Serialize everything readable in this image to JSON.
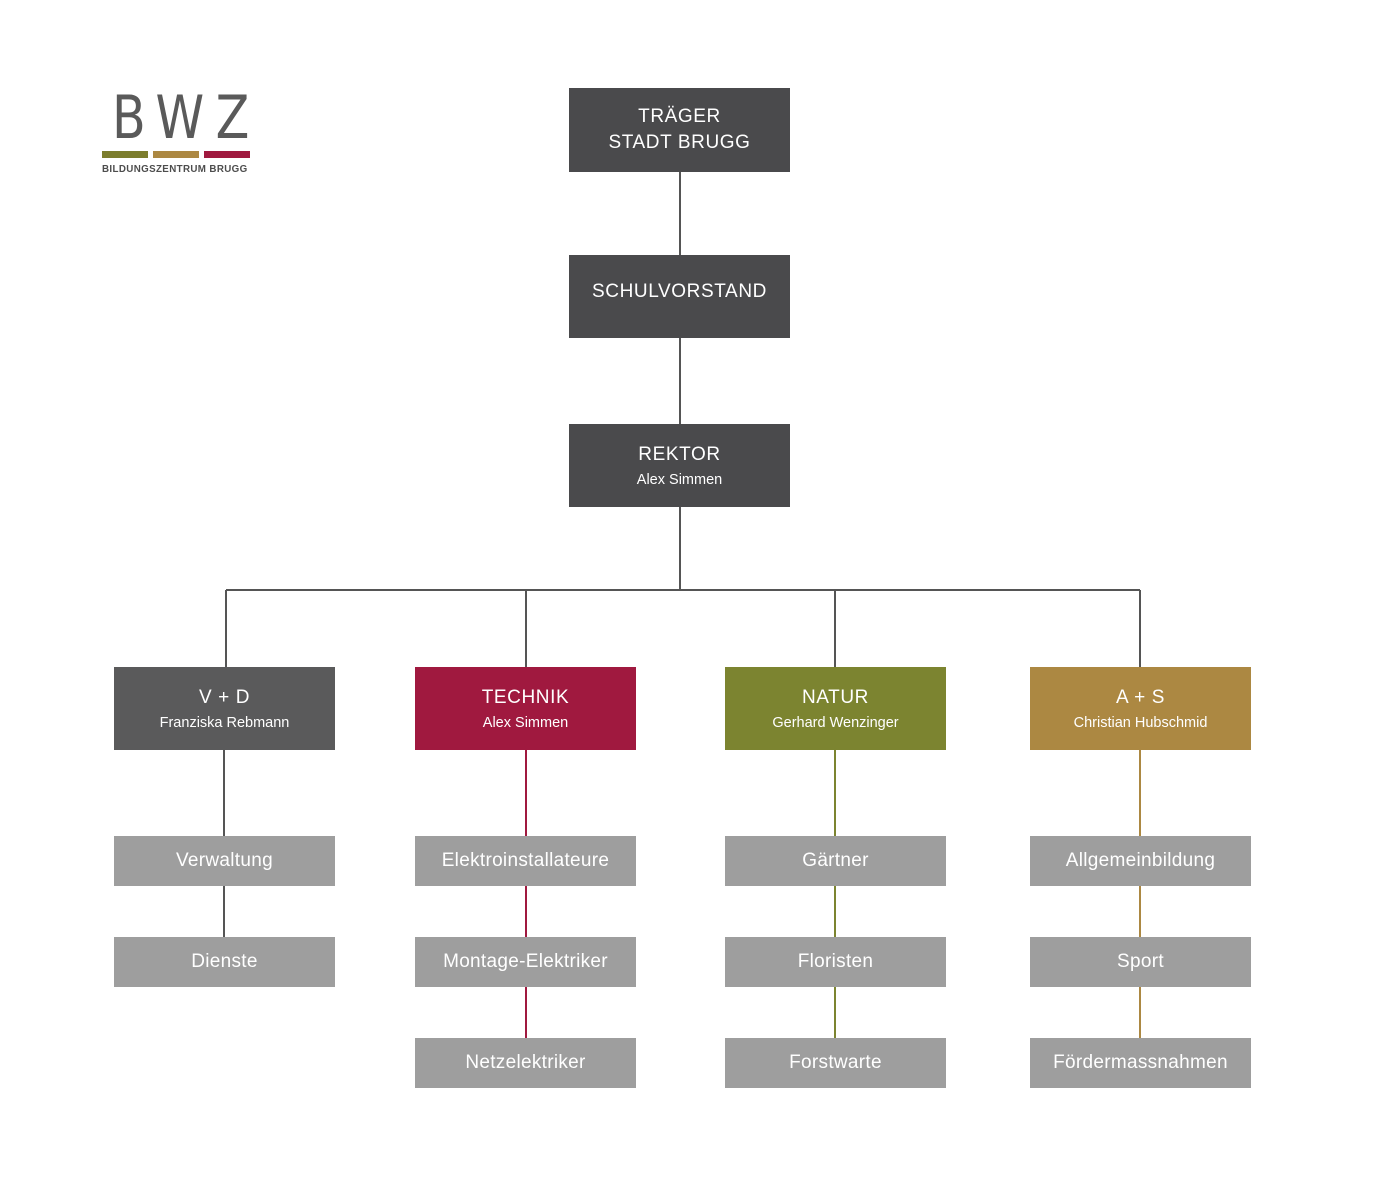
{
  "logo": {
    "letters": "BWZ",
    "subtitle": "BILDUNGSZENTRUM BRUGG",
    "bar_colors": [
      "#7c7d2d",
      "#ac8842",
      "#a0193f"
    ]
  },
  "colors": {
    "dark": "#4a4a4c",
    "vd": "#5a5a5b",
    "technik": "#a0193f",
    "natur": "#7c8430",
    "as": "#ac8842",
    "sub_box": "#9e9e9e",
    "line": "#555555"
  },
  "top": {
    "traeger_line1": "TRÄGER",
    "traeger_line2": "STADT BRUGG",
    "schulvorstand": "SCHULVORSTAND",
    "rektor_title": "REKTOR",
    "rektor_name": "Alex Simmen"
  },
  "departments": [
    {
      "title": "V + D",
      "name": "Franziska Rebmann",
      "units": [
        "Verwaltung",
        "Dienste"
      ]
    },
    {
      "title": "TECHNIK",
      "name": "Alex Simmen",
      "units": [
        "Elektroinstallateure",
        "Montage-Elektriker",
        "Netzelektriker"
      ]
    },
    {
      "title": "NATUR",
      "name": "Gerhard Wenzinger",
      "units": [
        "Gärtner",
        "Floristen",
        "Forstwarte"
      ]
    },
    {
      "title": "A + S",
      "name": "Christian Hubschmid",
      "units": [
        "Allgemeinbildung",
        "Sport",
        "Fördermassnahmen"
      ]
    }
  ]
}
